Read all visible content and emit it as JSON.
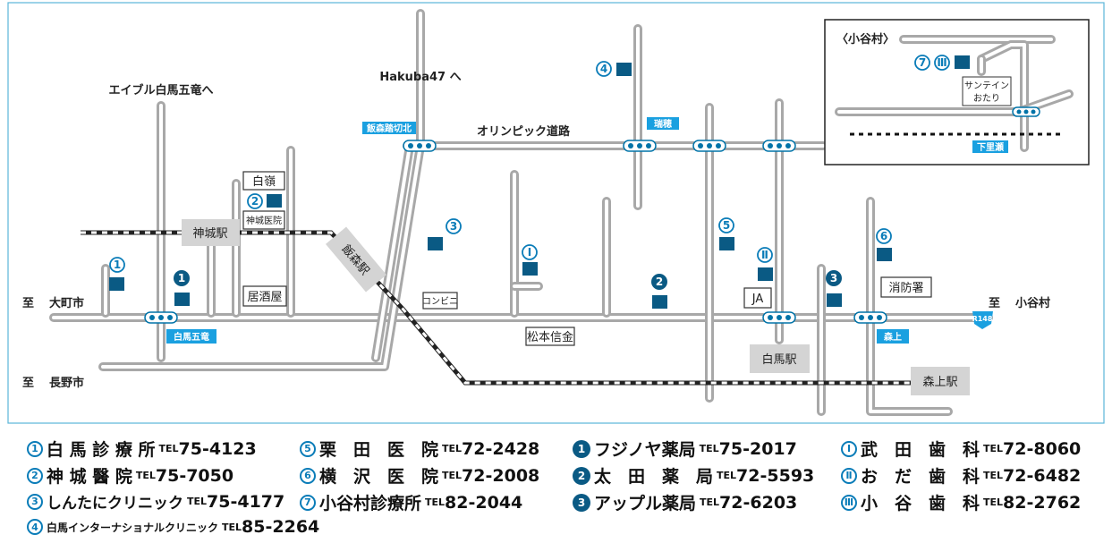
{
  "map": {
    "labels": {
      "hakuba47": "Hakuba47 へ",
      "able": "エイブル白馬五竜へ",
      "olympic": "オリンピック道路",
      "to_omachi_a": "至",
      "to_omachi_b": "大町市",
      "to_nagano_a": "至",
      "to_nagano_b": "長野市",
      "to_otari_a": "至",
      "to_otari_b": "小谷村",
      "shinrei": "白嶺",
      "kamishiro_clinic": "神城医院",
      "izakaya": "居酒屋",
      "conveni": "コンビニ",
      "matsumoto_bank": "松本信金",
      "ja": "JA",
      "fire": "消防署",
      "r148": "R148"
    },
    "stations": {
      "kamishiro": "神城駅",
      "iimori": "飯森駅",
      "hakuba": "白馬駅",
      "moriue": "森上駅"
    },
    "bus_stops": {
      "iimori_north": "飯森踏切北",
      "mizuho": "瑞穂",
      "goryu": "白馬五竜",
      "moriue": "森上",
      "shimosato": "下里瀬"
    },
    "inset": {
      "title": "〈小谷村〉",
      "sun_tain": "サンテイン",
      "sun_tain2": "おたり"
    },
    "markers": {
      "m1": "1",
      "m2": "2",
      "m3": "3",
      "m4": "4",
      "m5": "5",
      "m6": "6",
      "m7": "7",
      "p1": "1",
      "p2": "2",
      "p3": "3",
      "d1": "Ⅰ",
      "d2": "Ⅱ",
      "d3": "Ⅲ"
    }
  },
  "legend": {
    "clinics": [
      {
        "num": "1",
        "name": "白 馬 診 療 所",
        "tel_label": "TEL",
        "phone": "75-4123"
      },
      {
        "num": "2",
        "name": "神 城 醫 院",
        "tel_label": "TEL",
        "phone": "75-7050"
      },
      {
        "num": "3",
        "name": "しんたにクリニック",
        "tel_label": "TEL",
        "phone": "75-4177"
      },
      {
        "num": "4",
        "name": "白馬インターナショナルクリニック",
        "tel_label": "TEL",
        "phone": "85-2264"
      },
      {
        "num": "5",
        "name": "栗　田　医　院",
        "tel_label": "TEL",
        "phone": "72-2428"
      },
      {
        "num": "6",
        "name": "横　沢　医　院",
        "tel_label": "TEL",
        "phone": "72-2008"
      },
      {
        "num": "7",
        "name": "小谷村診療所",
        "tel_label": "TEL",
        "phone": "82-2044"
      }
    ],
    "pharmacies": [
      {
        "num": "1",
        "name": "フジノヤ薬局",
        "tel_label": "TEL",
        "phone": "75-2017"
      },
      {
        "num": "2",
        "name": "太　田　薬　局",
        "tel_label": "TEL",
        "phone": "72-5593"
      },
      {
        "num": "3",
        "name": "アップル薬局",
        "tel_label": "TEL",
        "phone": "72-6203"
      }
    ],
    "dentists": [
      {
        "num": "Ⅰ",
        "name": "武　田　歯　科",
        "tel_label": "TEL",
        "phone": "72-8060"
      },
      {
        "num": "Ⅱ",
        "name": "お　だ　歯　科",
        "tel_label": "TEL",
        "phone": "72-6482"
      },
      {
        "num": "Ⅲ",
        "name": "小　谷　歯　科",
        "tel_label": "TEL",
        "phone": "82-2762"
      }
    ]
  },
  "colors": {
    "accent_blue": "#1aa0e0",
    "marker_navy": "#0a5a84",
    "road_gray": "#a8a8a8",
    "frame": "#5bb6d8"
  }
}
